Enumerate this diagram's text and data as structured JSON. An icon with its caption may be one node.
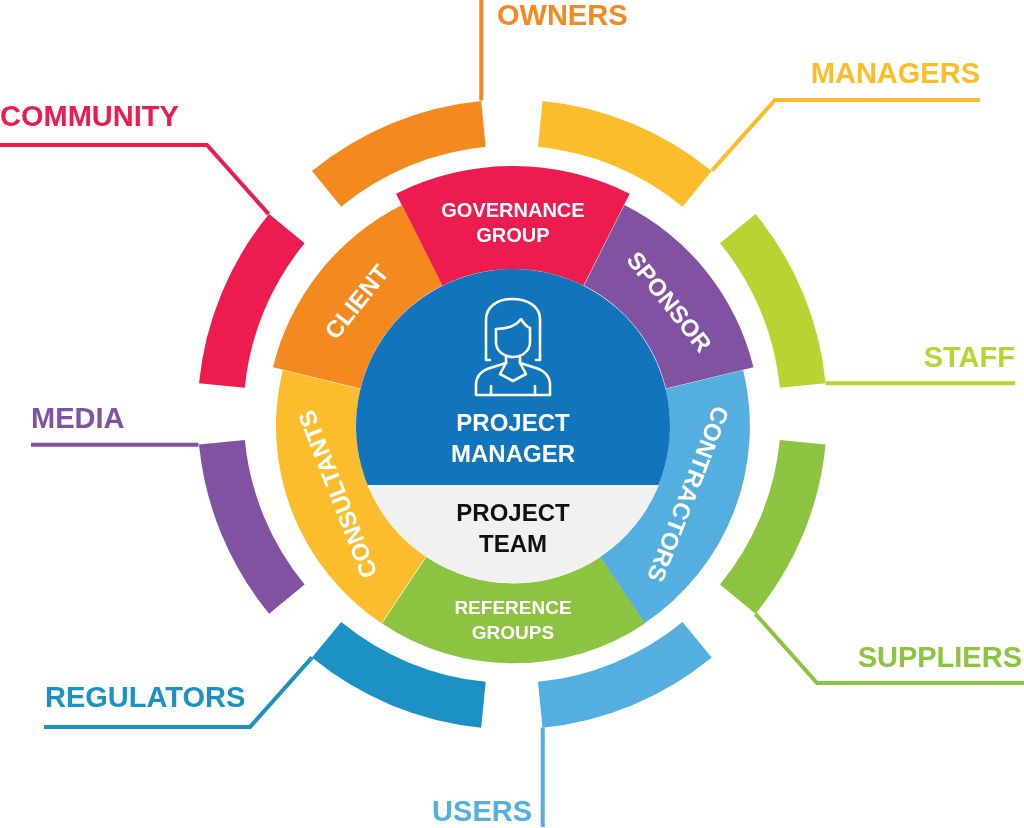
{
  "diagram": {
    "nodes": [
      {
        "text": [
          "GOVERNANCE GROUP"
        ]
      },
      {
        "text": [
          "SPONSOR"
        ]
      },
      {
        "text": [
          "CONTRACTORS"
        ]
      },
      {
        "text": [
          "REFERENCE GROUPS"
        ]
      },
      {
        "text": [
          "CONSULTANTS"
        ]
      },
      {
        "text": [
          "CLIENT"
        ]
      },
      {
        "text": [
          "PROJECT MANAGER"
        ]
      },
      {
        "text": [
          "PROJECT TEAM"
        ]
      },
      {
        "text": [
          "OWNERS"
        ]
      },
      {
        "text": [],
        "shape": "arc"
      },
      {
        "text": [
          "MANAGERS"
        ]
      },
      {
        "text": [],
        "shape": "arc"
      },
      {
        "text": [
          "STAFF"
        ]
      },
      {
        "text": [],
        "shape": "arc"
      },
      {
        "text": [
          "SUPPLIERS"
        ]
      },
      {
        "text": [],
        "shape": "arc"
      },
      {
        "text": [
          "USERS"
        ]
      },
      {
        "text": [],
        "shape": "arc"
      },
      {
        "text": [
          "REGULATORS"
        ]
      },
      {
        "text": [],
        "shape": "arc"
      },
      {
        "text": [
          "MEDIA"
        ]
      },
      {
        "text": [],
        "shape": "arc"
      },
      {
        "text": [
          "COMMUNITY"
        ]
      },
      {
        "text": [],
        "shape": "arc"
      }
    ],
    "edges": [
      {
        "from": 8,
        "to": 9,
        "arrow": "none",
        "color": "#f48a1f"
      },
      {
        "from": 10,
        "to": 11,
        "arrow": "none",
        "color": "#fbbd2b"
      },
      {
        "from": 12,
        "to": 13,
        "arrow": "none",
        "color": "#b7d433"
      },
      {
        "from": 14,
        "to": 15,
        "arrow": "none",
        "color": "#8cc340"
      },
      {
        "from": 16,
        "to": 17,
        "arrow": "none",
        "color": "#55aee0"
      },
      {
        "from": 18,
        "to": 19,
        "arrow": "none",
        "color": "#1b92c3"
      },
      {
        "from": 20,
        "to": 21,
        "arrow": "none",
        "color": "#8152a1"
      },
      {
        "from": 22,
        "to": 23,
        "arrow": "none",
        "color": "#ec1c4f"
      }
    ]
  }
}
